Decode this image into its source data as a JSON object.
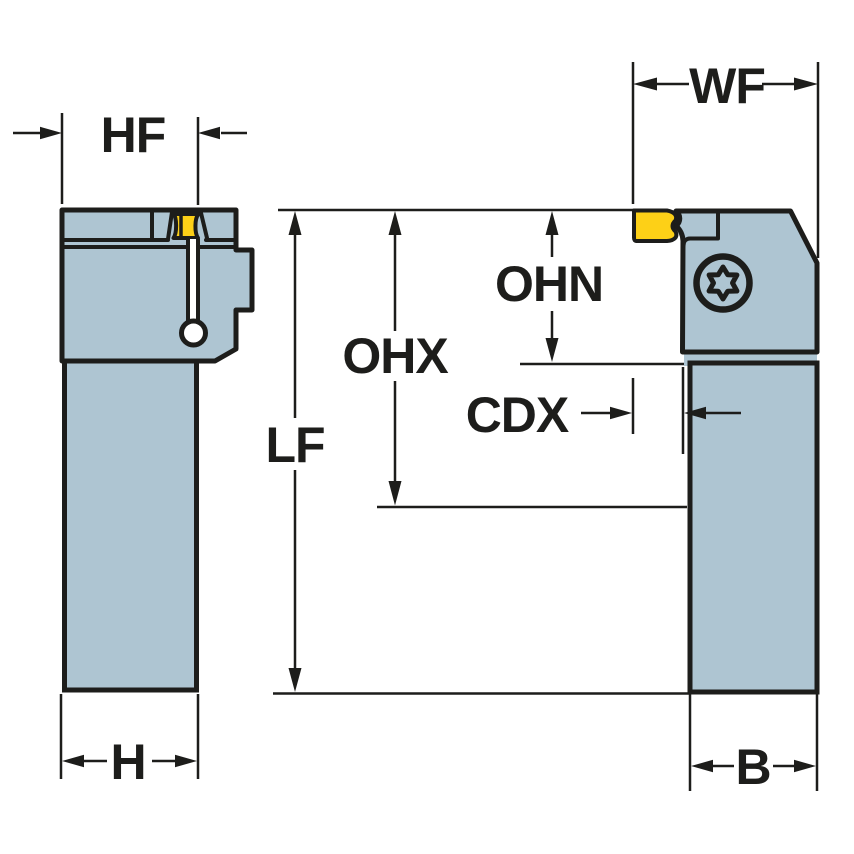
{
  "figure": {
    "kind": "technical-dimension-drawing",
    "views": {
      "left": "side-view",
      "right": "front-view"
    }
  },
  "dimension_labels": {
    "hf": "HF",
    "wf": "WF",
    "ohn": "OHN",
    "ohx": "OHX",
    "cdx": "CDX",
    "lf": "LF",
    "h": "H",
    "b": "B"
  },
  "colors": {
    "body": "#aec5d2",
    "insert": "#fdd017",
    "outline": "#1d1d1b",
    "hole": "#ffffff",
    "background": "#ffffff"
  }
}
